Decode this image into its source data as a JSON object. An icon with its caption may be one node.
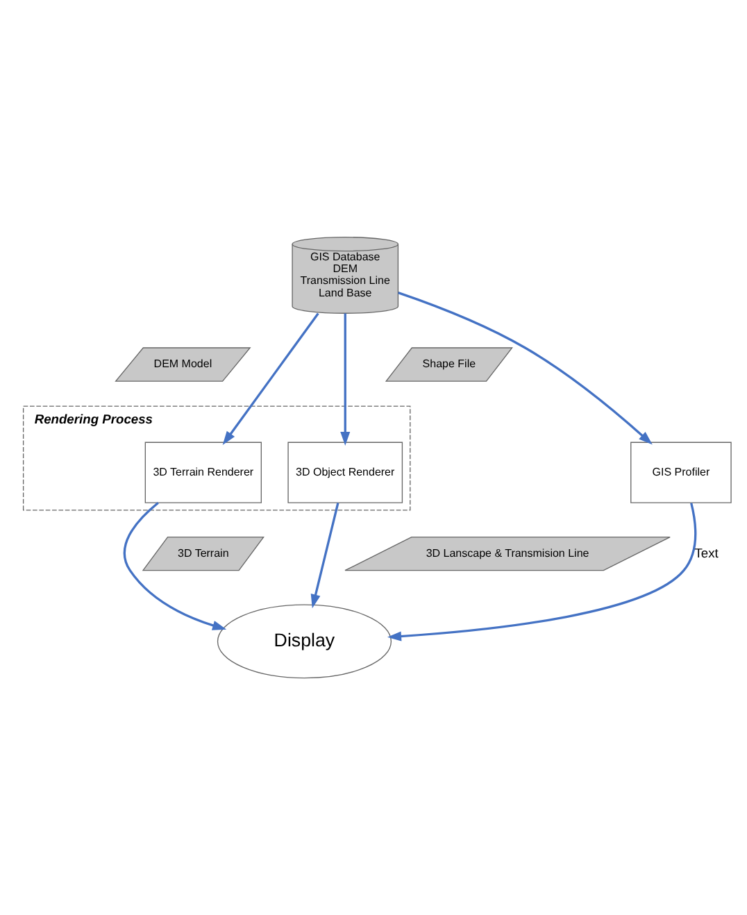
{
  "diagram": {
    "nodes": [
      {
        "text": [
          "GIS Database",
          "DEM",
          "Transmission Line",
          "Land Base"
        ]
      },
      {
        "text": [
          "DEM Model"
        ]
      },
      {
        "text": [
          "Shape File"
        ]
      },
      {
        "text": [
          "Rendering Process"
        ]
      },
      {
        "text": [
          "3D Terrain Renderer"
        ],
        "in": 3
      },
      {
        "text": [
          "3D Object Renderer"
        ],
        "in": 3
      },
      {
        "text": [
          "GIS Profiler"
        ]
      },
      {
        "text": [
          "3D Terrain"
        ]
      },
      {
        "text": [
          "3D Lanscape & Transmision Line"
        ]
      },
      {
        "text": [
          "Display"
        ]
      }
    ],
    "edges": [
      {
        "from": 0,
        "to": 4,
        "arrow": "to"
      },
      {
        "from": 0,
        "to": 5,
        "arrow": "to"
      },
      {
        "from": 0,
        "to": 6,
        "arrow": "to"
      },
      {
        "from": 4,
        "to": 9,
        "arrow": "to"
      },
      {
        "from": 5,
        "to": 9,
        "arrow": "to"
      },
      {
        "from": 6,
        "to": 9,
        "arrow": "to",
        "label": "Text"
      }
    ]
  }
}
